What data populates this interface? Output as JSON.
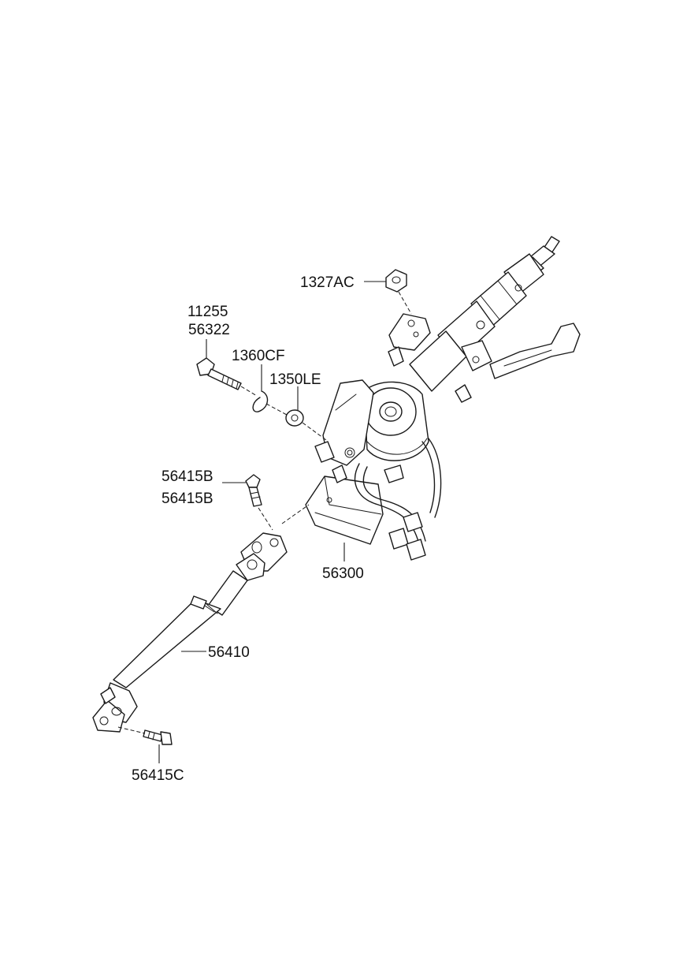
{
  "callouts": {
    "c1327ac": "1327AC",
    "c11255": "11255",
    "c56322": "56322",
    "c1360cf": "1360CF",
    "c1350le": "1350LE",
    "c56415b_1": "56415B",
    "c56415b_2": "56415B",
    "c56300": "56300",
    "c56410": "56410",
    "c56415c": "56415C"
  }
}
